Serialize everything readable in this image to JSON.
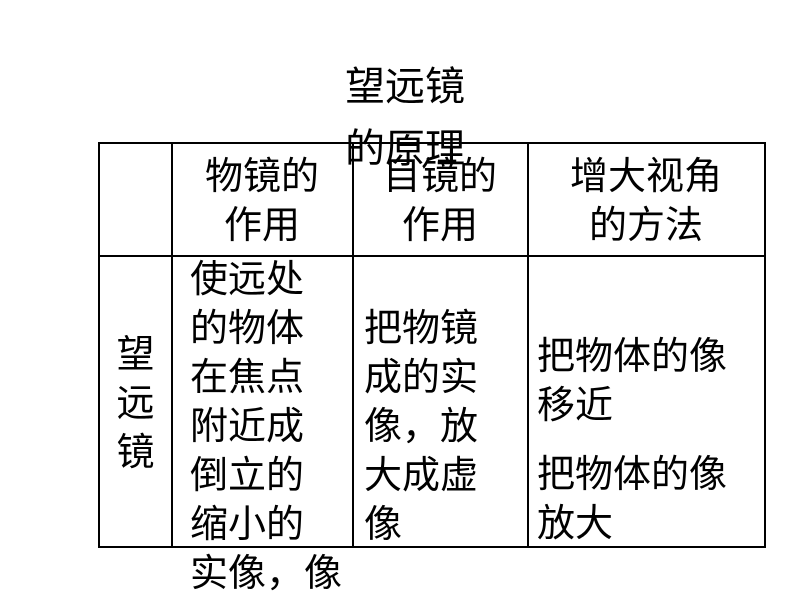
{
  "title": "望远镜\n的原理",
  "table": {
    "headers": [
      "",
      "物镜的\n作用",
      "目镜的\n作用",
      "增大视角\n的方法"
    ],
    "rows": [
      {
        "label": "望\n远\n镜",
        "objective": "使远处\n的物体\n在焦点\n附近成\n倒立的\n缩小的\n实像，像",
        "eyepiece": "把物镜\n成的实\n像，放\n大成虚\n像",
        "method_1": "把物体的像\n移近",
        "method_2": "把物体的像\n放大"
      }
    ]
  }
}
